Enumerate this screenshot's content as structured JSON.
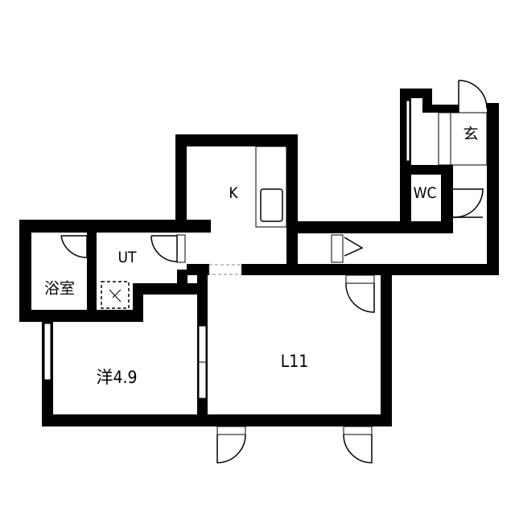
{
  "rooms": {
    "bath": "浴室",
    "utility": "UT",
    "kitchen": "K",
    "toilet": "WC",
    "entrance": "玄",
    "western_room": "洋4.9",
    "living": "L11"
  },
  "colors": {
    "wall": "#000000",
    "background": "#ffffff"
  }
}
